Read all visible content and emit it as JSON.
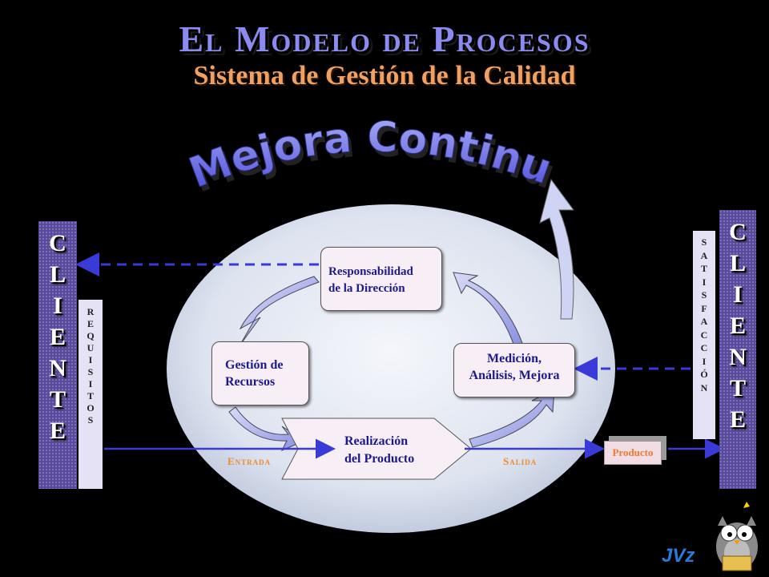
{
  "title": "El Modelo de Procesos",
  "subtitle": "Sistema de Gestión de la Calidad",
  "banner": "Mejora Continua",
  "left_client": {
    "letters": [
      "C",
      "L",
      "I",
      "E",
      "N",
      "T",
      "E"
    ]
  },
  "right_client": {
    "letters": [
      "C",
      "L",
      "I",
      "E",
      "N",
      "T",
      "E"
    ]
  },
  "requisitos": {
    "letters": [
      "R",
      "E",
      "Q",
      "U",
      "I",
      "S",
      "I",
      "T",
      "O",
      "S"
    ]
  },
  "satisfaccion": {
    "letters": [
      "S",
      "A",
      "T",
      "I",
      "S",
      "F",
      "A",
      "C",
      "C",
      "I",
      "Ó",
      "N"
    ]
  },
  "processes": {
    "responsabilidad": {
      "line1": "Responsabilidad",
      "line2": "de la Dirección"
    },
    "gestion": {
      "line1": "Gestión de",
      "line2": "Recursos"
    },
    "medicion": {
      "line1": "Medición,",
      "line2": "Análisis, Mejora"
    },
    "realizacion": {
      "line1": "Realización",
      "line2": "del Producto"
    }
  },
  "entrada_label": "Entrada",
  "salida_label": "Salida",
  "producto_label": "Producto",
  "signature": "JVz",
  "colors": {
    "title": "#8a8af0",
    "subtitle": "#f0a060",
    "arrow": "#3a3ad8",
    "ellipse": "#d8e0ee"
  }
}
